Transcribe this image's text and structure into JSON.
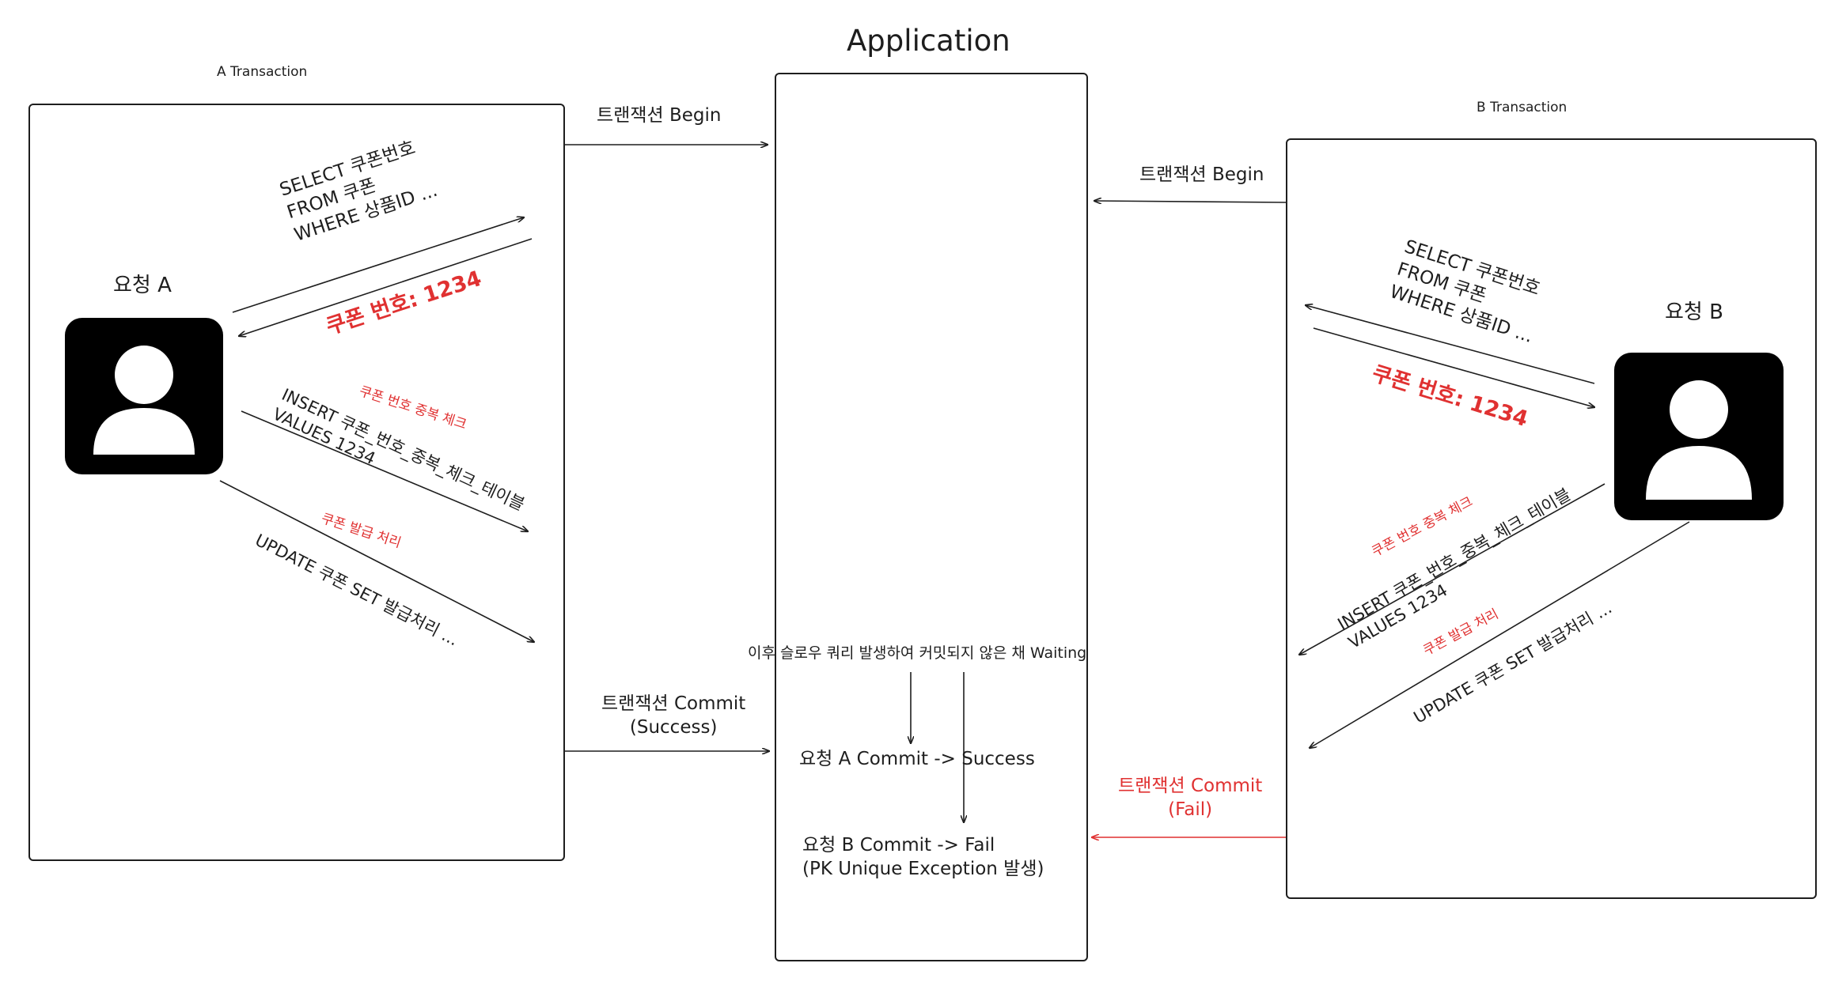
{
  "title": "Application",
  "colors": {
    "ink": "#1e1e1e",
    "accent_red": "#e03131"
  },
  "a_side": {
    "label": "A Transaction",
    "user_label": "요청 A",
    "begin": "트랜잭션 Begin",
    "select_query": "SELECT 쿠폰번호\nFROM 쿠폰\nWHERE 상품ID ...",
    "coupon_result": "쿠폰 번호: 1234",
    "dup_check_title": "쿠폰 번호 중복 체크",
    "insert_query": "INSERT 쿠폰_번호_중복_체크_테이블\nVALUES 1234",
    "issue_title": "쿠폰 발급 처리",
    "update_query": "UPDATE 쿠폰 SET 발급처리 ...",
    "commit": "트랜잭션 Commit\n(Success)"
  },
  "b_side": {
    "label": "B Transaction",
    "user_label": "요청 B",
    "begin": "트랜잭션 Begin",
    "select_query": "SELECT 쿠폰번호\nFROM 쿠폰\nWHERE 상품ID ...",
    "coupon_result": "쿠폰 번호: 1234",
    "dup_check_title": "쿠폰 번호 중복 체크",
    "insert_query": "INSERT 쿠폰_번호_중복_체크_테이블\nVALUES 1234",
    "issue_title": "쿠폰 발급 처리",
    "update_query": "UPDATE 쿠폰 SET 발급처리 ...",
    "commit": "트랜잭션 Commit\n(Fail)"
  },
  "app": {
    "slow_query_note": "이후 슬로우 쿼리 발생하여 커밋되지 않은 채 Waiting",
    "a_commit_result": "요청 A Commit -> Success",
    "b_commit_result": "요청 B Commit -> Fail\n(PK Unique Exception 발생)"
  },
  "icons": [
    "user-avatar-icon"
  ]
}
